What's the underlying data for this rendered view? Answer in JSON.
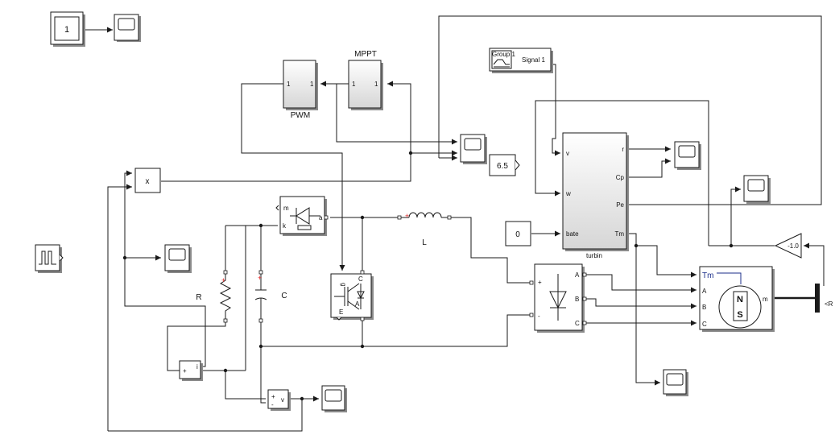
{
  "blocks": {
    "constant_one": "1",
    "constant_65": "6.5",
    "constant_zero": "0",
    "gain": "-1.0",
    "mppt_title": "MPPT",
    "mppt_in": "1",
    "mppt_out": "1",
    "pwm_title": "PWM",
    "pwm_in": "1",
    "pwm_out": "1",
    "product": "x",
    "signal_builder_group": "Group 1",
    "signal_builder_signal": "Signal 1",
    "turbine_title": "turbin",
    "turbine_in_v": "v",
    "turbine_in_w": "w",
    "turbine_in_bate": "bate",
    "turbine_out_r": "r",
    "turbine_out_cp": "Cp",
    "turbine_out_pe": "Pe",
    "turbine_out_tm": "Tm",
    "diode_m": "m",
    "diode_k": "k",
    "diode_a": "a",
    "igbt_g": "g",
    "igbt_c": "C",
    "igbt_e": "E",
    "igbt_a": "A",
    "inductor": "L",
    "resistor": "R",
    "capacitor": "C",
    "rectifier_plus": "+",
    "rectifier_minus": "-",
    "rectifier_a": "A",
    "rectifier_b": "B",
    "rectifier_c": "C",
    "machine_tm": "Tm",
    "machine_a": "A",
    "machine_b": "B",
    "machine_c": "C",
    "machine_m": "m",
    "machine_n": "N",
    "machine_s": "S",
    "current_sensor_plus": "+",
    "current_sensor_i": "i",
    "voltage_sensor_plus": "+",
    "voltage_sensor_minus": "-",
    "voltage_sensor_v": "v",
    "bus_selector": "<R"
  }
}
